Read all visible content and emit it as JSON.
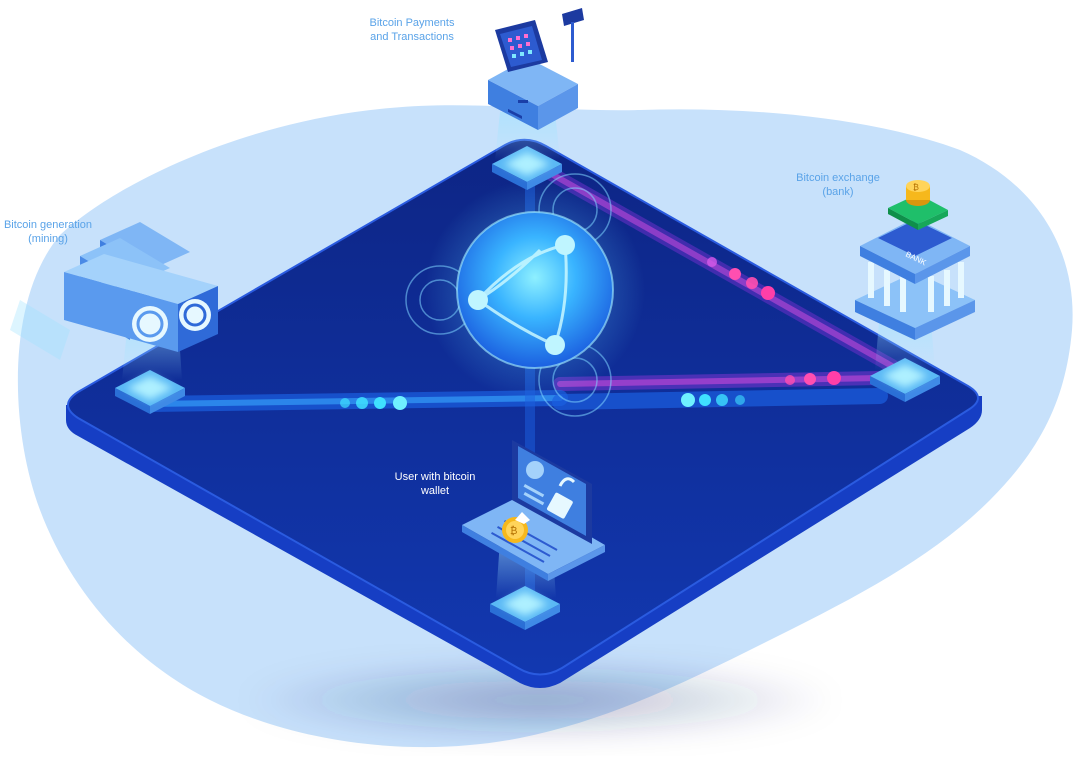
{
  "labels": {
    "payments": {
      "line1": "Bitcoin Payments",
      "line2": "and Transactions"
    },
    "mining": {
      "line1": "Bitcoin generation",
      "line2": "(mining)"
    },
    "exchange": {
      "line1": "Bitcoin exchange",
      "line2": "(bank)"
    },
    "user": {
      "line1": "User with bitcoin",
      "line2": "wallet"
    }
  },
  "icons": {
    "payments": "cash-register-icon",
    "mining": "mining-rig-icon",
    "exchange": "bank-icon",
    "user": "laptop-wallet-icon",
    "network": "globe-network-icon",
    "exchange_coin": "bitcoin-coin-icon",
    "wallet_coin": "bitcoin-coin-icon",
    "bank_sign": "BANK"
  },
  "colors": {
    "backdrop": "#c7e1fb",
    "platform": "#0f2a94",
    "platform_edge": "#163ec4",
    "node": "#7fd3ff",
    "beam_cyan": "#3fe0ff",
    "beam_magenta": "#ff3fa8",
    "globe": "#39b4ff",
    "coin": "#f6b81c",
    "label_light": "#5aa3e8",
    "label_white": "#ffffff"
  }
}
